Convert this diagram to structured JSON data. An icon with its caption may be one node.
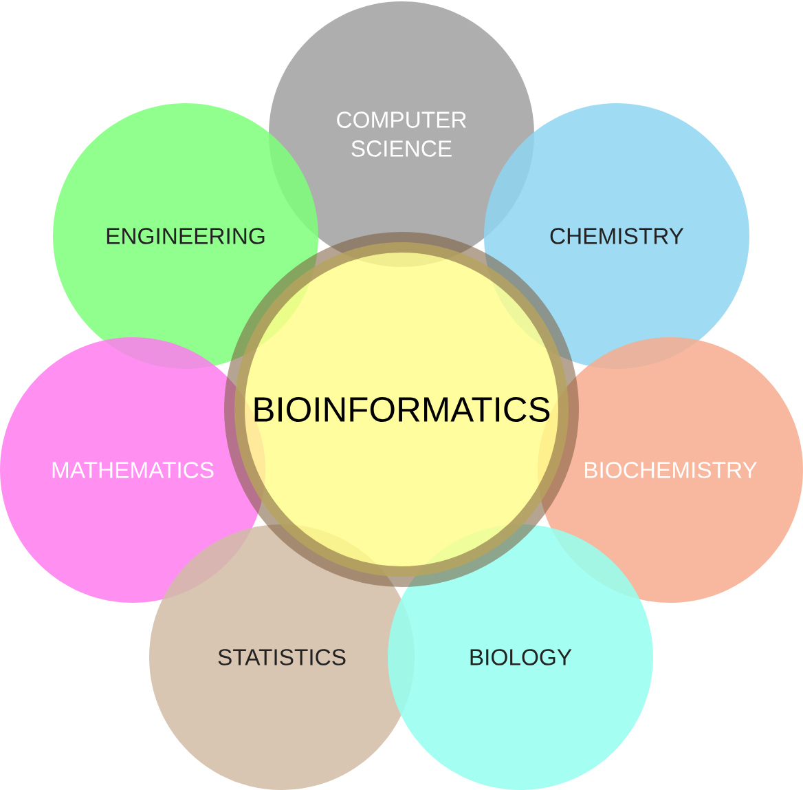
{
  "diagram": {
    "nodes": [
      {
        "text": [
          "COMPUTER SCIENCE"
        ]
      },
      {
        "text": [
          "ENGINEERING"
        ]
      },
      {
        "text": [
          "CHEMISTRY"
        ]
      },
      {
        "text": [
          "MATHEMATICS"
        ]
      },
      {
        "text": [
          "BIOCHEMISTRY"
        ]
      },
      {
        "text": [
          "STATISTICS"
        ]
      },
      {
        "text": [
          "BIOLOGY"
        ]
      },
      {
        "text": [
          "BIOINFORMATICS"
        ]
      }
    ]
  }
}
